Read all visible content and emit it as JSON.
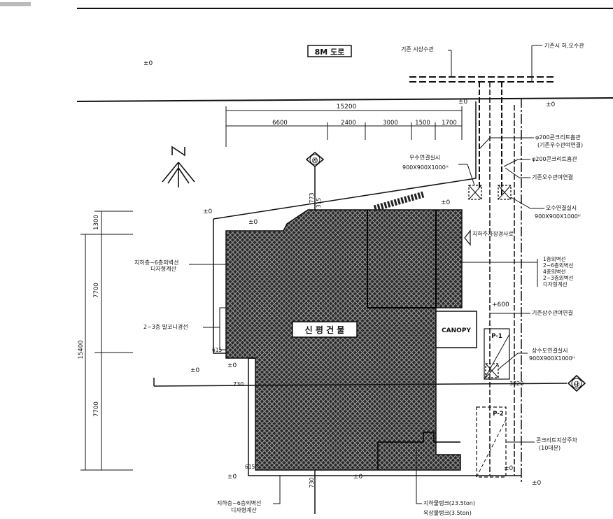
{
  "road": {
    "label": "8M 도로"
  },
  "utilities": {
    "existing_water": "기존 시상수관",
    "existing_sewer": "기존시 하,오수관"
  },
  "levels": {
    "zero": "±0",
    "plus600": "+600"
  },
  "north": {
    "symbol": "N"
  },
  "markers": {
    "top": "㉮",
    "right": "㉯"
  },
  "dims": {
    "total_top": "15200",
    "segments": [
      "6600",
      "2400",
      "3000",
      "1500",
      "1700"
    ],
    "left_total": "15400",
    "left_segments": [
      "1300",
      "7700",
      "7700"
    ],
    "d773": "773",
    "d315": "315",
    "d615": "615",
    "d730a": "730",
    "d730b": "730",
    "d3820": "3820",
    "d615b": "615"
  },
  "building": {
    "label": "신 평 건 물"
  },
  "canopy": {
    "label": "CANOPY"
  },
  "parking": {
    "p1": "P-1",
    "p2": "P-2"
  },
  "notes": {
    "left1": "지하층~6층외벽선",
    "left1b": "디자형계산",
    "left2": "2~3층 발코니경선",
    "bottom1": "지하층~6층외벽선",
    "bottom1b": "디자형계산",
    "bottom2": "지하물탱크(23.5ton)",
    "bottom3": "옥상물탱크(3.5ton)",
    "r1": "φ200콘크리트흄관",
    "r1b": "(기존우수관여연결)",
    "r2": "φ200콘크리트흄관",
    "r3": "기존오수관여연결",
    "r4": "오수연결실시",
    "r4b": "900X900X1000ᴴ",
    "r5": "우수연결실시",
    "r5b": "900X900X1000ᴴ",
    "r6": "지하주차장경사로",
    "r7": [
      "1층외벽선",
      "2~6층외벽선",
      "4층외벽선",
      "2~3층외벽선",
      "디자형계선"
    ],
    "r8": "기존상수관여연결",
    "r9": "상수도연결실시",
    "r9b": "900X900X1000ᴴ",
    "r10": "콘크리트지상주차",
    "r10b": "(10대분)"
  },
  "colors": {
    "ink": "#111111",
    "paper": "#ffffff"
  }
}
